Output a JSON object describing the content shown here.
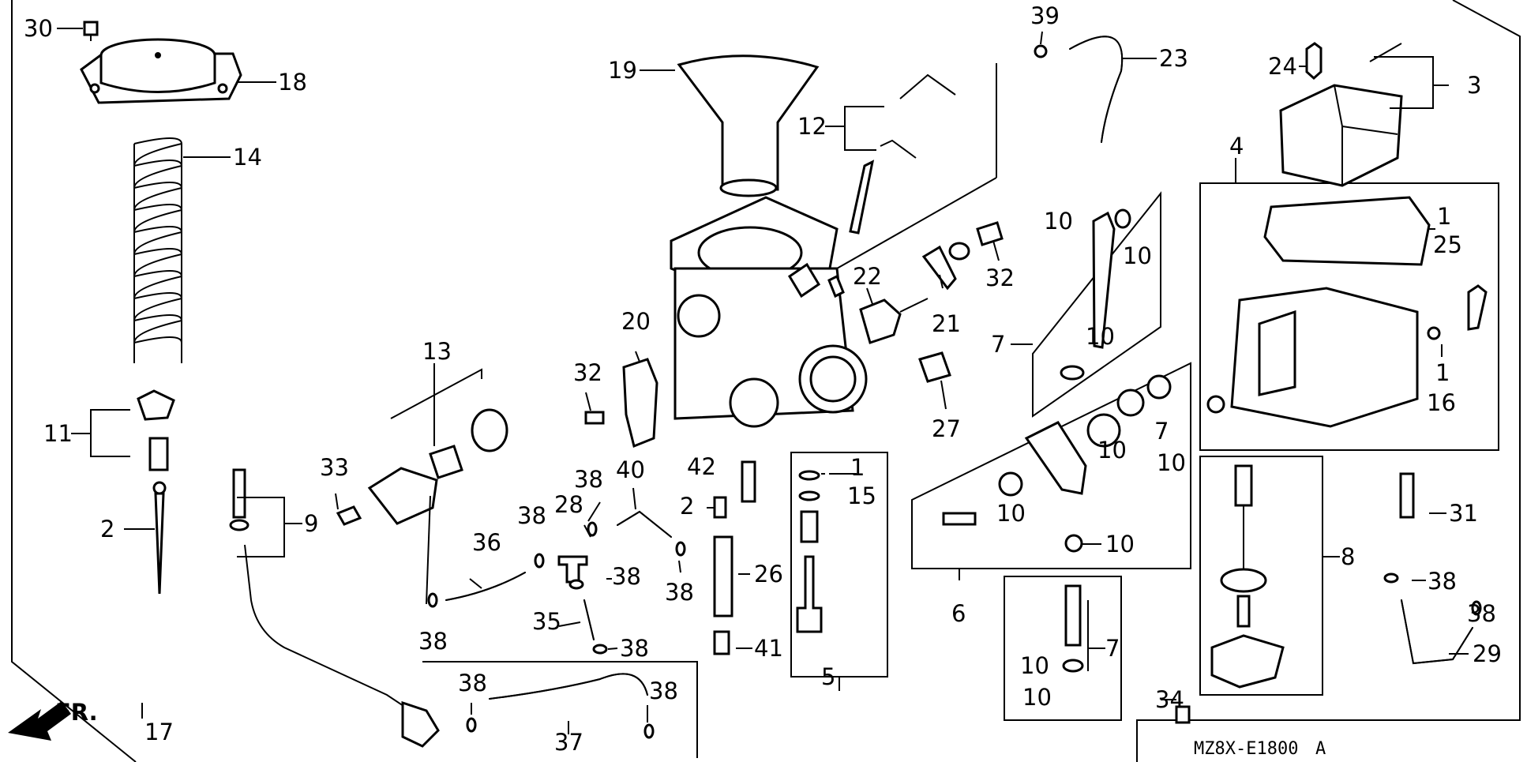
{
  "diagram": {
    "drawing_code": "MZ8X-E1800",
    "drawing_revision": "A",
    "front_arrow_label": "FR.",
    "callouts": [
      {
        "id": "c30",
        "text": "30"
      },
      {
        "id": "c18",
        "text": "18"
      },
      {
        "id": "c14",
        "text": "14"
      },
      {
        "id": "c11",
        "text": "11"
      },
      {
        "id": "c2a",
        "text": "2"
      },
      {
        "id": "c9",
        "text": "9"
      },
      {
        "id": "c17",
        "text": "17"
      },
      {
        "id": "c19",
        "text": "19"
      },
      {
        "id": "c12",
        "text": "12"
      },
      {
        "id": "c39",
        "text": "39"
      },
      {
        "id": "c23",
        "text": "23"
      },
      {
        "id": "c24",
        "text": "24"
      },
      {
        "id": "c3",
        "text": "3"
      },
      {
        "id": "c4",
        "text": "4"
      },
      {
        "id": "c1a",
        "text": "1"
      },
      {
        "id": "c25",
        "text": "25"
      },
      {
        "id": "c1b",
        "text": "1"
      },
      {
        "id": "c16",
        "text": "16"
      },
      {
        "id": "c20",
        "text": "20"
      },
      {
        "id": "c32a",
        "text": "32"
      },
      {
        "id": "c22",
        "text": "22"
      },
      {
        "id": "c21",
        "text": "21"
      },
      {
        "id": "c32b",
        "text": "32"
      },
      {
        "id": "c27",
        "text": "27"
      },
      {
        "id": "c10a",
        "text": "10"
      },
      {
        "id": "c10b",
        "text": "10"
      },
      {
        "id": "c10c",
        "text": "10"
      },
      {
        "id": "c7a",
        "text": "7"
      },
      {
        "id": "c13",
        "text": "13"
      },
      {
        "id": "c33",
        "text": "33"
      },
      {
        "id": "c38a",
        "text": "38"
      },
      {
        "id": "c38b",
        "text": "38"
      },
      {
        "id": "c38c",
        "text": "38"
      },
      {
        "id": "c38d",
        "text": "38"
      },
      {
        "id": "c38e",
        "text": "38"
      },
      {
        "id": "c38f",
        "text": "38"
      },
      {
        "id": "c38g",
        "text": "38"
      },
      {
        "id": "c38h",
        "text": "38"
      },
      {
        "id": "c38i",
        "text": "38"
      },
      {
        "id": "c38j",
        "text": "38"
      },
      {
        "id": "c28",
        "text": "28"
      },
      {
        "id": "c36",
        "text": "36"
      },
      {
        "id": "c40",
        "text": "40"
      },
      {
        "id": "c35",
        "text": "35"
      },
      {
        "id": "c37",
        "text": "37"
      },
      {
        "id": "c42",
        "text": "42"
      },
      {
        "id": "c2b",
        "text": "2"
      },
      {
        "id": "c26",
        "text": "26"
      },
      {
        "id": "c41",
        "text": "41"
      },
      {
        "id": "c1c",
        "text": "1"
      },
      {
        "id": "c15",
        "text": "15"
      },
      {
        "id": "c5",
        "text": "5"
      },
      {
        "id": "c6",
        "text": "6"
      },
      {
        "id": "c10d",
        "text": "10"
      },
      {
        "id": "c10e",
        "text": "10"
      },
      {
        "id": "c7b",
        "text": "7"
      },
      {
        "id": "c10f",
        "text": "10"
      },
      {
        "id": "c10g",
        "text": "10"
      },
      {
        "id": "c7c",
        "text": "7"
      },
      {
        "id": "c10h",
        "text": "10"
      },
      {
        "id": "c10i",
        "text": "10"
      },
      {
        "id": "c31",
        "text": "31"
      },
      {
        "id": "c8",
        "text": "8"
      },
      {
        "id": "c29",
        "text": "29"
      },
      {
        "id": "c34",
        "text": "34"
      }
    ]
  }
}
